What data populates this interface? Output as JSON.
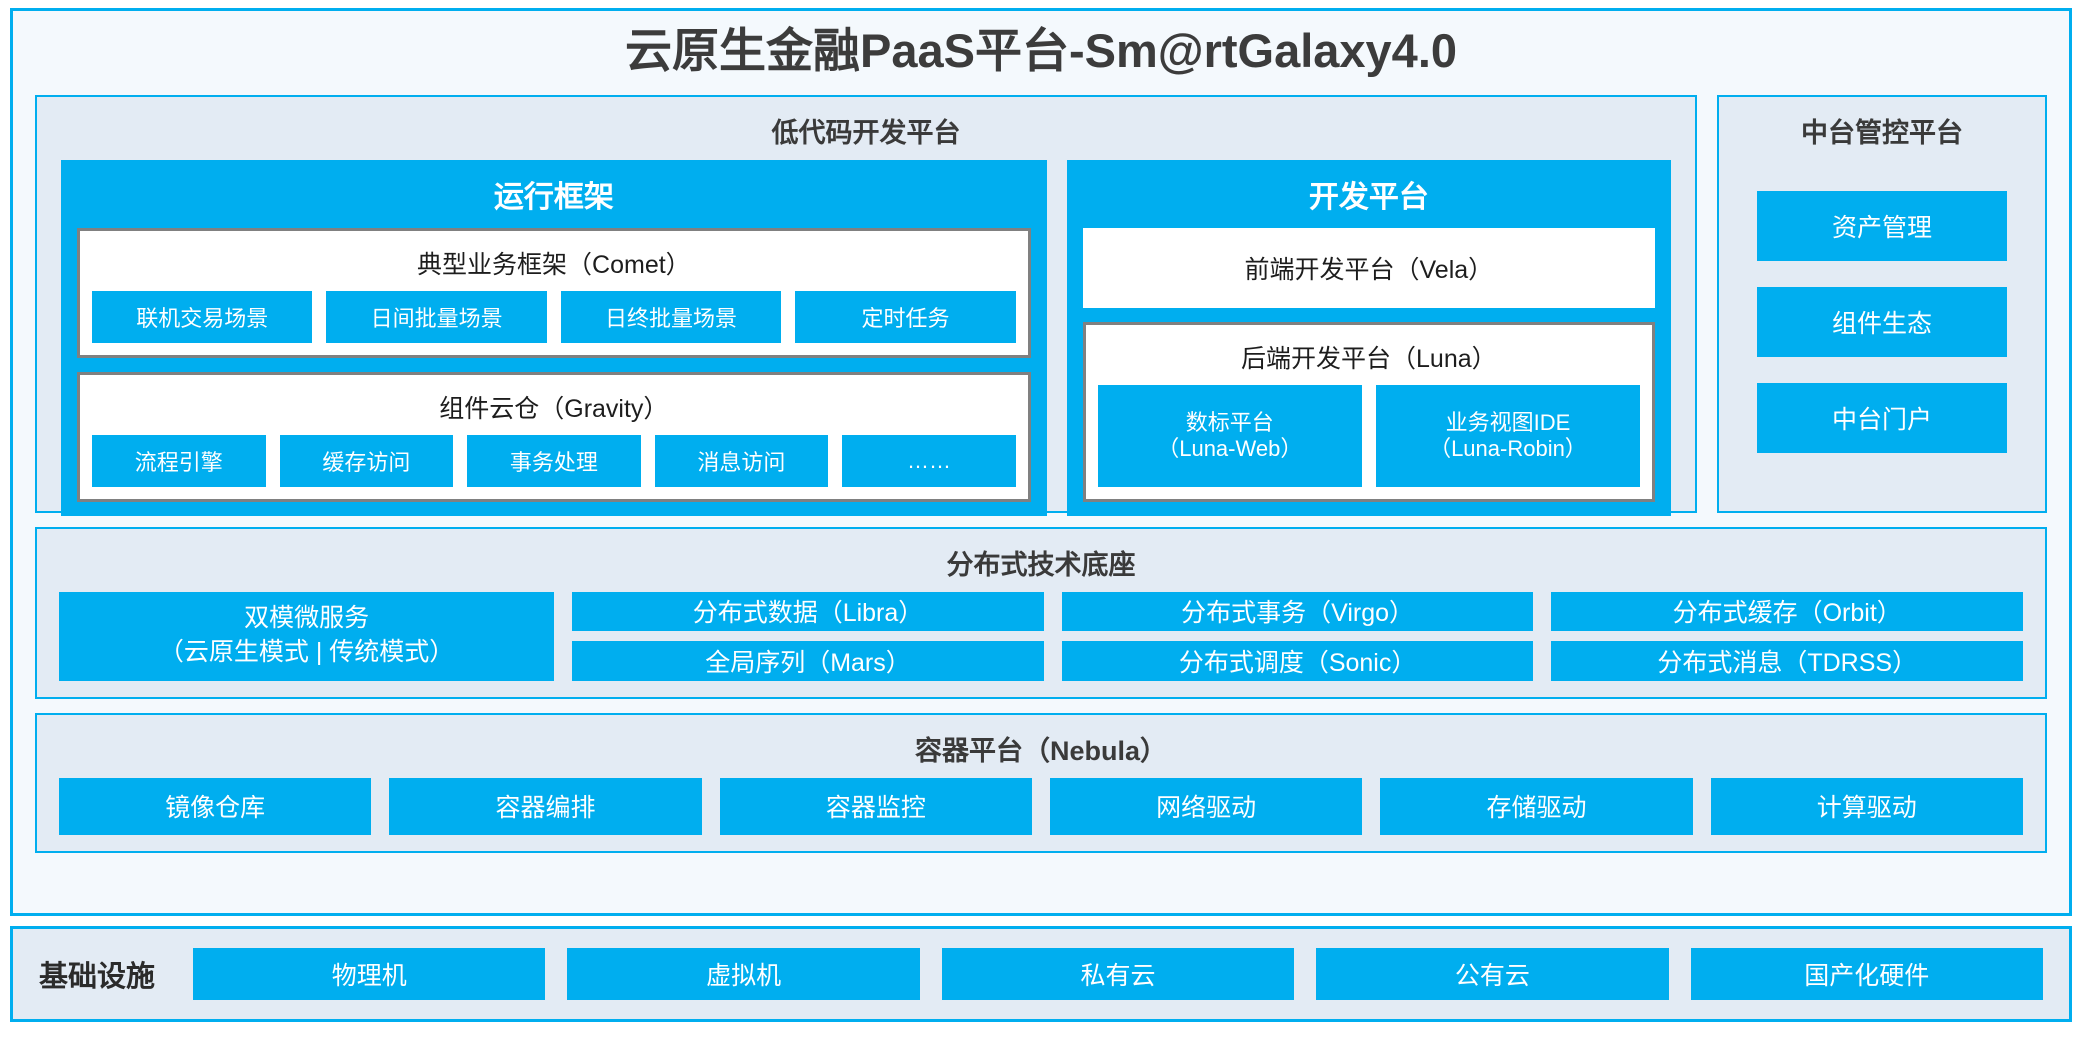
{
  "app": {
    "title": "云原生金融PaaS平台-Sm@rtGalaxy4.0",
    "accent_color": "#00AEEF",
    "panel_color": "#E3EBF4",
    "page_color": "#F4F9FD"
  },
  "lowcode": {
    "title": "低代码开发平台",
    "runtime": {
      "title": "运行框架",
      "comet": {
        "title": "典型业务框架（Comet）",
        "items": [
          "联机交易场景",
          "日间批量场景",
          "日终批量场景",
          "定时任务"
        ]
      },
      "gravity": {
        "title": "组件云仓（Gravity）",
        "items": [
          "流程引擎",
          "缓存访问",
          "事务处理",
          "消息访问",
          "……"
        ]
      }
    },
    "devplatform": {
      "title": "开发平台",
      "frontend": "前端开发平台（Vela）",
      "backend": {
        "title": "后端开发平台（Luna）",
        "items": [
          "数标平台\n（Luna-Web）",
          "业务视图IDE\n（Luna-Robin）"
        ]
      }
    }
  },
  "midoffice": {
    "title": "中台管控平台",
    "items": [
      "资产管理",
      "组件生态",
      "中台门户"
    ]
  },
  "distributed": {
    "title": "分布式技术底座",
    "microservice": "双模微服务\n（云原生模式 | 传统模式）",
    "columns": [
      [
        "分布式数据（Libra）",
        "全局序列（Mars）"
      ],
      [
        "分布式事务（Virgo）",
        "分布式调度（Sonic）"
      ],
      [
        "分布式缓存（Orbit）",
        "分布式消息（TDRSS）"
      ]
    ]
  },
  "container": {
    "title": "容器平台（Nebula）",
    "items": [
      "镜像仓库",
      "容器编排",
      "容器监控",
      "网络驱动",
      "存储驱动",
      "计算驱动"
    ]
  },
  "infrastructure": {
    "label": "基础设施",
    "items": [
      "物理机",
      "虚拟机",
      "私有云",
      "公有云",
      "国产化硬件"
    ]
  }
}
